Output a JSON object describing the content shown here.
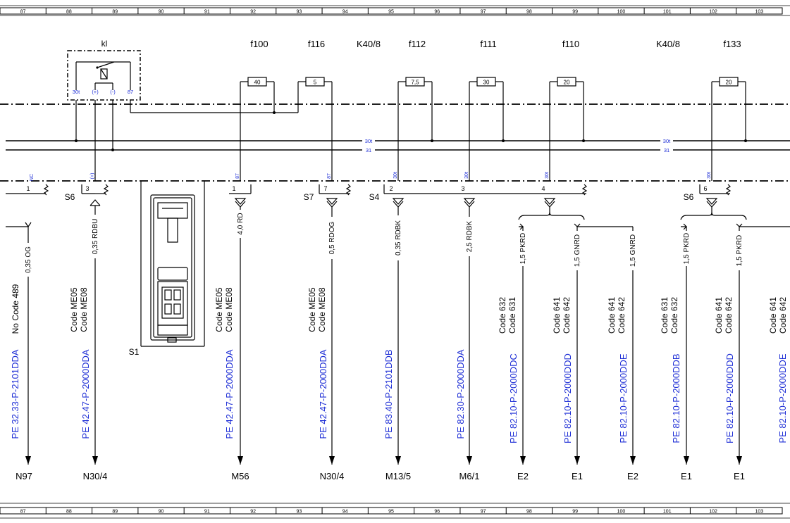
{
  "ruler": {
    "cells": [
      "87",
      "88",
      "89",
      "90",
      "91",
      "92",
      "93",
      "94",
      "95",
      "96",
      "97",
      "98",
      "99",
      "100",
      "101",
      "102",
      "103"
    ]
  },
  "components": {
    "kl": "kl",
    "fuses": [
      "f100",
      "f116",
      "K40/8",
      "f112",
      "f111",
      "f110",
      "K40/8",
      "f133"
    ],
    "fuse_ratings": [
      "40",
      "5",
      "7,5",
      "30",
      "20",
      "20"
    ],
    "relay_pins": [
      "30t",
      "(+)",
      "(-)",
      "87"
    ],
    "bus_labels": [
      "30t",
      "31",
      "30t",
      "31"
    ],
    "connector_pins": [
      "NC",
      "(+)",
      "87",
      "87",
      "30t",
      "30t",
      "30t",
      "30t"
    ],
    "terminal_numbers": [
      "1",
      "3",
      "1",
      "7",
      "2",
      "3",
      "4",
      "6"
    ],
    "sockets": [
      "S6",
      "S7",
      "S4",
      "S6",
      "S1"
    ]
  },
  "wires": [
    "0,35 OG",
    "0,35 RDBU",
    "4,0 RD",
    "0,5 RDOG",
    "0,35 RDBK",
    "2,5 RDBK",
    "1,5 PKRD",
    "1,5 GNRD",
    "1,5 GNRD",
    "1,5 PKRD",
    "1,5 PKRD"
  ],
  "codes": [
    {
      "l1": "No  Code 489",
      "l2": ""
    },
    {
      "l1": "Code ME05",
      "l2": "Code ME08"
    },
    {
      "l1": "Code ME05",
      "l2": "Code ME08"
    },
    {
      "l1": "Code ME05",
      "l2": "Code ME08"
    },
    {
      "l1": "Code 632",
      "l2": "Code 631"
    },
    {
      "l1": "Code 641",
      "l2": "Code 642"
    },
    {
      "l1": "Code 641",
      "l2": "Code 642"
    },
    {
      "l1": "Code 631",
      "l2": "Code 632"
    },
    {
      "l1": "Code 641",
      "l2": "Code 642"
    },
    {
      "l1": "Code 641",
      "l2": "Code 642"
    }
  ],
  "refs": [
    "PE 32.33-P-2101DDA",
    "PE 42.47-P-2000DDA",
    "PE 42.47-P-2000DDA",
    "PE 42.47-P-2000DDA",
    "PE 83.40-P-2101DDB",
    "PE 82.30-P-2000DDA",
    "PE 82.10-P-2000DDC",
    "PE 82.10-P-2000DDD",
    "PE 82.10-P-2000DDE",
    "PE 82.10-P-2000DDB",
    "PE 82.10-P-2000DDD",
    "PE 82.10-P-2000DDE"
  ],
  "targets": [
    "N97",
    "N30/4",
    "M56",
    "N30/4",
    "M13/5",
    "M6/1",
    "E2",
    "E1",
    "E2",
    "E1",
    "E1"
  ],
  "colors": {
    "reference_link": "#1f2fd6",
    "line": "#000000"
  }
}
